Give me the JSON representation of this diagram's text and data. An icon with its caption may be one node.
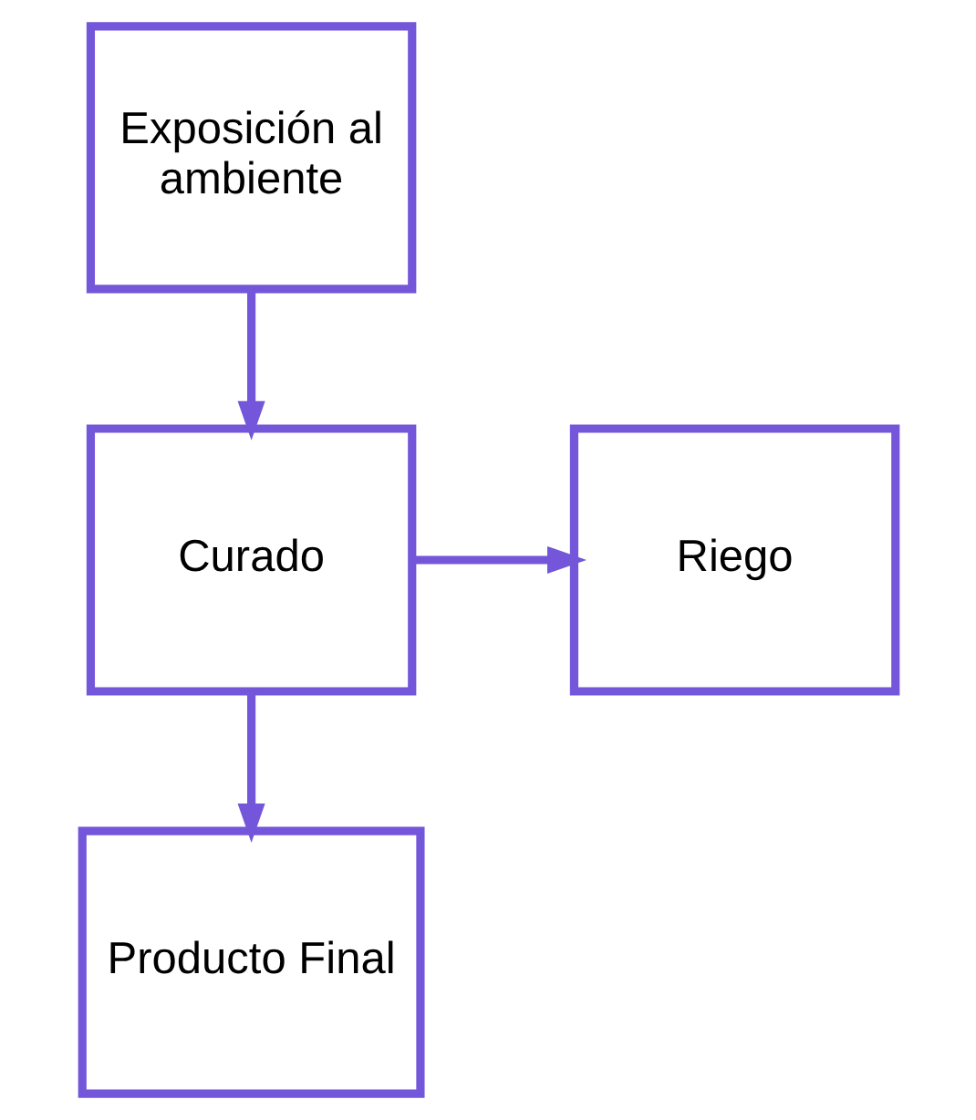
{
  "diagram": {
    "nodes": [
      {
        "text": [
          "Exposición al ambiente"
        ]
      },
      {
        "text": [
          "Curado"
        ]
      },
      {
        "text": [
          "Riego"
        ]
      },
      {
        "text": [
          "Producto Final"
        ]
      }
    ],
    "edges": [
      {
        "from": 0,
        "to": 1,
        "arrow": "to"
      },
      {
        "from": 1,
        "to": 2,
        "arrow": "to"
      },
      {
        "from": 1,
        "to": 3,
        "arrow": "to"
      }
    ]
  }
}
